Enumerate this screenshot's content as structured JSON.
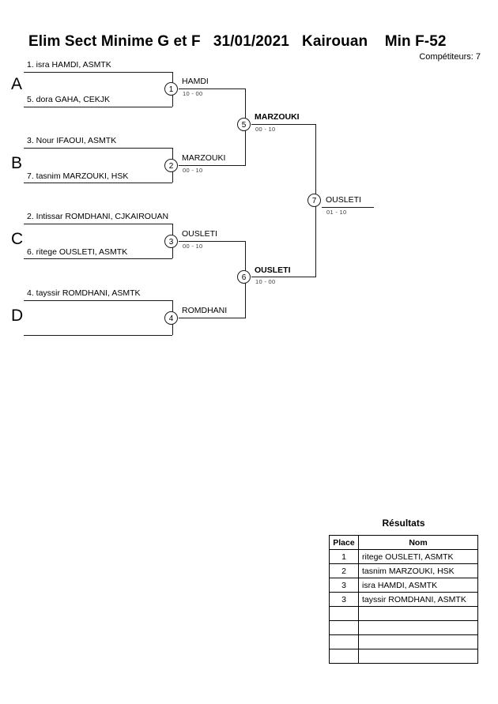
{
  "header": {
    "title": "Elim Sect Minime G et F   31/01/2021   Kairouan    Min F-52",
    "competitors_label": "Compétiteurs: 7"
  },
  "bracket": {
    "groups": [
      {
        "letter": "A",
        "top_entrant": "1. isra HAMDI, ASMTK",
        "bottom_entrant": "5. dora GAHA, CEKJK"
      },
      {
        "letter": "B",
        "top_entrant": "3. Nour IFAOUI, ASMTK",
        "bottom_entrant": "7. tasnim MARZOUKI, HSK"
      },
      {
        "letter": "C",
        "top_entrant": "2. Intissar ROMDHANI, CJKAIROUAN",
        "bottom_entrant": "6. ritege OUSLETI, ASMTK"
      },
      {
        "letter": "D",
        "top_entrant": "4. tayssir ROMDHANI, ASMTK",
        "bottom_entrant": ""
      }
    ],
    "matches": [
      {
        "number": "1",
        "winner": "HAMDI",
        "score": "10 - 00",
        "bold": false
      },
      {
        "number": "2",
        "winner": "MARZOUKI",
        "score": "00 - 10",
        "bold": false
      },
      {
        "number": "3",
        "winner": "OUSLETI",
        "score": "00 - 10",
        "bold": false
      },
      {
        "number": "4",
        "winner": "ROMDHANI",
        "score": "",
        "bold": false
      },
      {
        "number": "5",
        "winner": "MARZOUKI",
        "score": "00 - 10",
        "bold": true
      },
      {
        "number": "6",
        "winner": "OUSLETI",
        "score": "10 - 00",
        "bold": true
      },
      {
        "number": "7",
        "winner": "OUSLETI",
        "score": "01 - 10",
        "bold": false
      }
    ]
  },
  "results": {
    "title": "Résultats",
    "columns": [
      "Place",
      "Nom"
    ],
    "rows": [
      {
        "place": "1",
        "nom": "ritege OUSLETI, ASMTK"
      },
      {
        "place": "2",
        "nom": "tasnim MARZOUKI, HSK"
      },
      {
        "place": "3",
        "nom": "isra HAMDI, ASMTK"
      },
      {
        "place": "3",
        "nom": "tayssir ROMDHANI, ASMTK"
      },
      {
        "place": "",
        "nom": ""
      },
      {
        "place": "",
        "nom": ""
      },
      {
        "place": "",
        "nom": ""
      },
      {
        "place": "",
        "nom": ""
      }
    ]
  }
}
